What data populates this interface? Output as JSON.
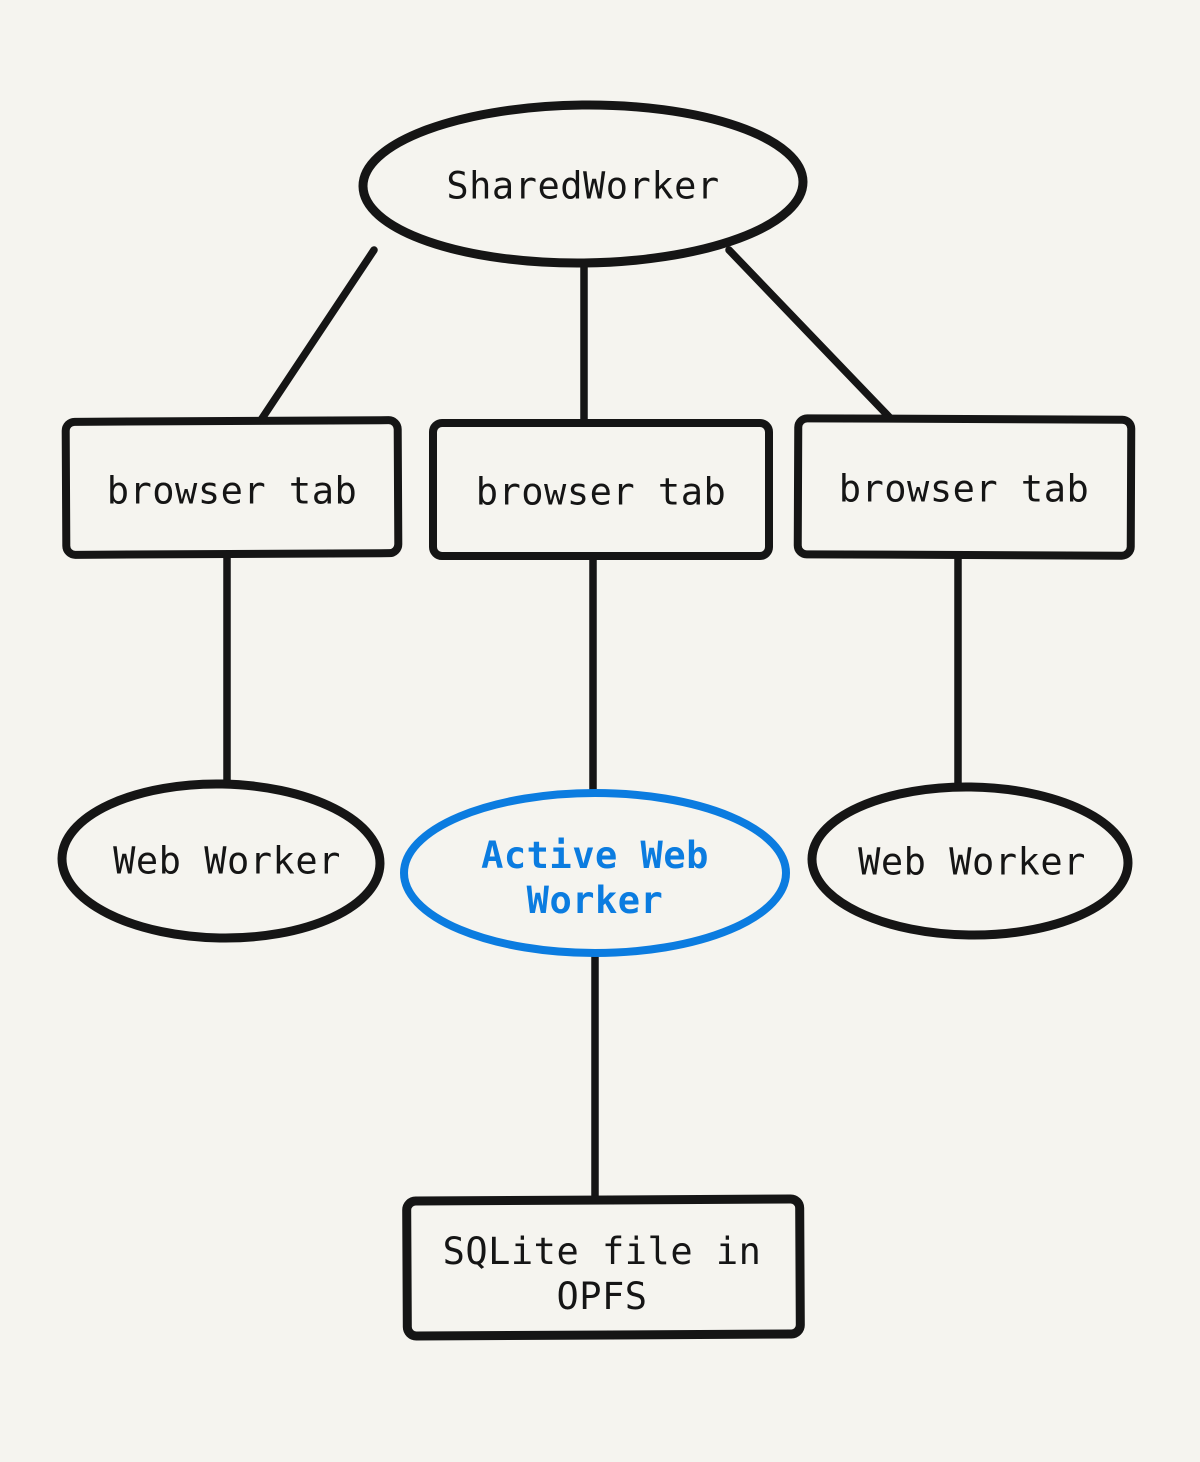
{
  "colors": {
    "background": "#f5f4ef",
    "ink": "#151515",
    "accent": "#0b7ce0"
  },
  "nodes": {
    "shared_worker": {
      "label": "SharedWorker",
      "shape": "ellipse"
    },
    "browser_tab_left": {
      "label": "browser tab",
      "shape": "rectangle"
    },
    "browser_tab_center": {
      "label": "browser tab",
      "shape": "rectangle"
    },
    "browser_tab_right": {
      "label": "browser tab",
      "shape": "rectangle"
    },
    "web_worker_left": {
      "label": "Web Worker",
      "shape": "ellipse"
    },
    "active_web_worker": {
      "label": "Active Web Worker",
      "shape": "ellipse",
      "highlighted": true
    },
    "web_worker_right": {
      "label": "Web Worker",
      "shape": "ellipse"
    },
    "sqlite_file": {
      "label": "SQLite file in OPFS",
      "shape": "rectangle"
    }
  },
  "edges": [
    {
      "from": "shared_worker",
      "to": "browser_tab_left"
    },
    {
      "from": "shared_worker",
      "to": "browser_tab_center"
    },
    {
      "from": "shared_worker",
      "to": "browser_tab_right"
    },
    {
      "from": "browser_tab_left",
      "to": "web_worker_left"
    },
    {
      "from": "browser_tab_center",
      "to": "active_web_worker"
    },
    {
      "from": "active_web_worker",
      "to": "sqlite_file"
    },
    {
      "from": "browser_tab_right",
      "to": "web_worker_right"
    }
  ]
}
